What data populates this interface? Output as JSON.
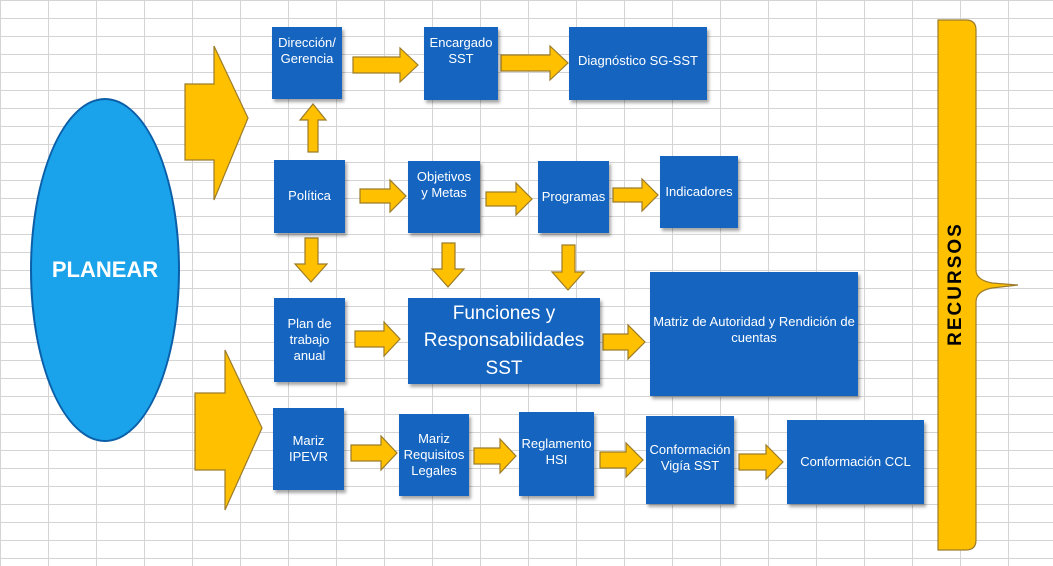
{
  "center": {
    "label": "PLANEAR"
  },
  "side": {
    "label": "RECURSOS"
  },
  "boxes": {
    "direccion": "Dirección/\nGerencia",
    "encargado": "Encargado\nSST",
    "diagnostico": "Diagnóstico SG-SST",
    "politica": "Política",
    "objetivos": "Objetivos\ny Metas",
    "programas": "Programas",
    "indicadores": "Indicadores",
    "plan": "Plan de\ntrabajo\nanual",
    "funciones": "Funciones  y\nResponsabilidades  SST",
    "matriz": "Matriz de Autoridad y Rendición de\ncuentas",
    "ipevr": "Mariz\nIPEVR",
    "requisitos": "Mariz\nRequisitos\nLegales",
    "reglamento": "Reglamento\nHSI",
    "vigia": "Conformación\nVigía  SST",
    "ccl": "Conformación CCL"
  },
  "colors": {
    "box": "#1565c0",
    "arrow": "#ffc000",
    "arrow_outline": "#9c7c2a",
    "ellipse": "#1aa3ea",
    "gridline": "#d4d4d4"
  }
}
